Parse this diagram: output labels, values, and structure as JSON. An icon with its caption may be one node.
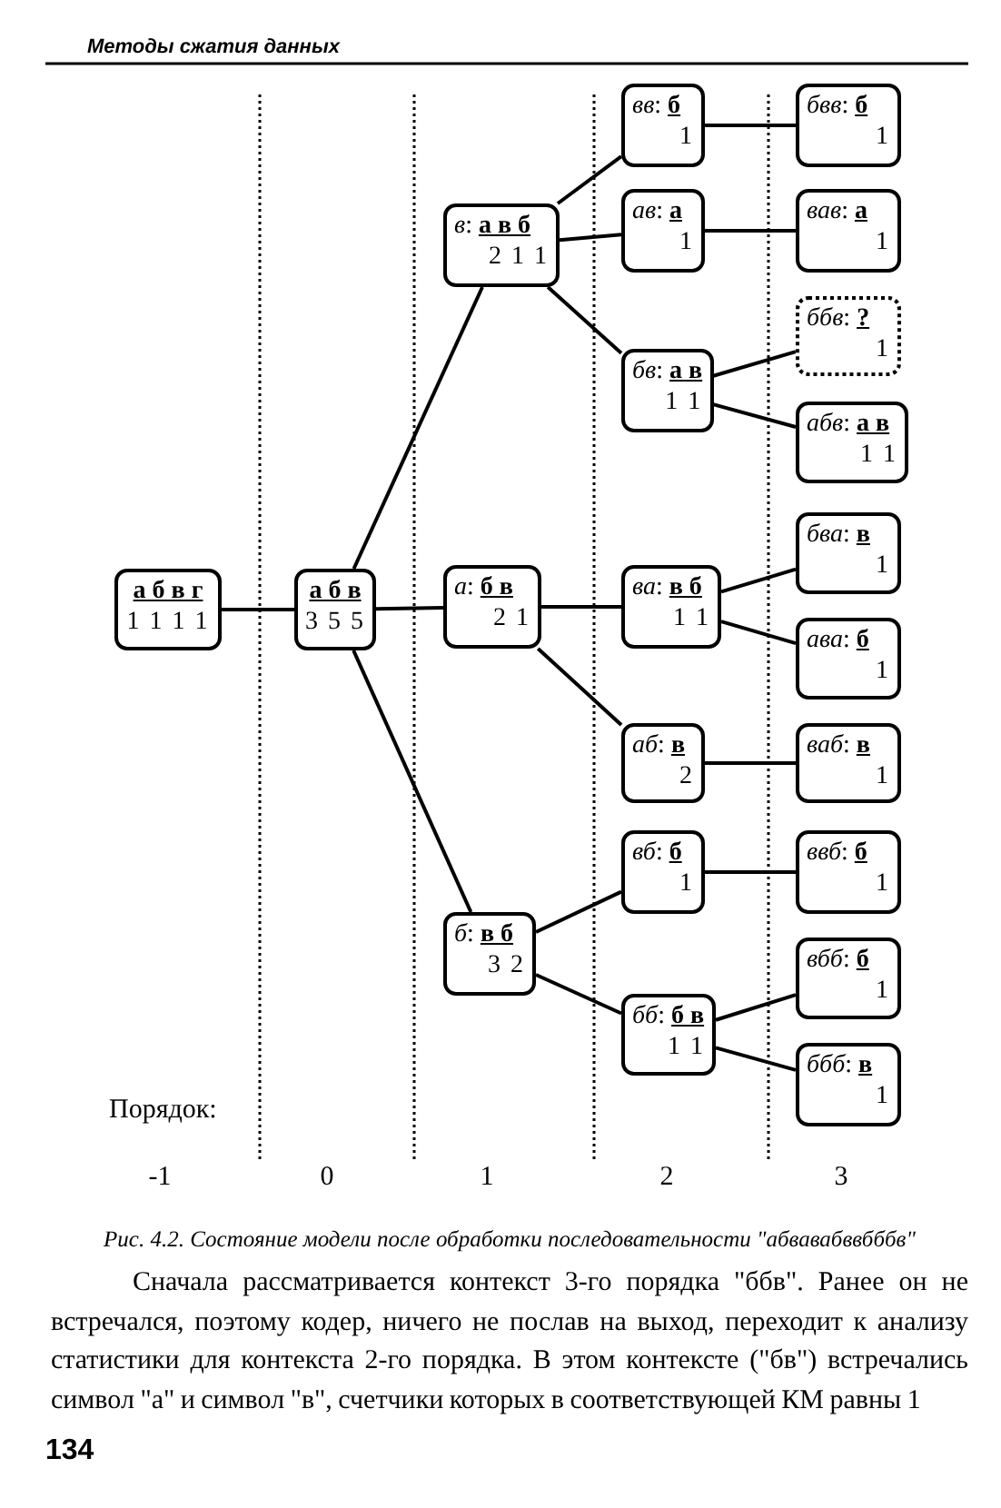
{
  "diagram": {
    "caption": "Рис. 4.2. Состояние модели после обработки последовательности \"абвавабввбббв\"",
    "nodes": [
      {
        "text": [
          "**а б в г**",
          "1 1 1 1"
        ]
      },
      {
        "text": [
          "**а б в**",
          "3 5 5"
        ]
      },
      {
        "text": [
          "*в*: **а в б**",
          "2 1 1"
        ]
      },
      {
        "text": [
          "*а*: **б в**",
          "2 1"
        ]
      },
      {
        "text": [
          "*б*: **в б**",
          "3 2"
        ]
      },
      {
        "text": [
          "*вв*: **б**",
          "1"
        ]
      },
      {
        "text": [
          "*ав*: **а**",
          "1"
        ]
      },
      {
        "text": [
          "*бв*: **а в**",
          "1 1"
        ]
      },
      {
        "text": [
          "*ва*: **в б**",
          "1 1"
        ]
      },
      {
        "text": [
          "*аб*: **в**",
          "2"
        ]
      },
      {
        "text": [
          "*вб*: **б**",
          "1"
        ]
      },
      {
        "text": [
          "*бб*: **б в**",
          "1 1"
        ]
      },
      {
        "text": [
          "*бвв*: **б**",
          "1"
        ]
      },
      {
        "text": [
          "*вав*: **а**",
          "1"
        ]
      },
      {
        "text": [
          "*ббв*: **?**",
          "1"
        ]
      },
      {
        "text": [
          "*абв*: **а в**",
          "1 1"
        ]
      },
      {
        "text": [
          "*бва*: **в**",
          "1"
        ]
      },
      {
        "text": [
          "*ава*: **б**",
          "1"
        ]
      },
      {
        "text": [
          "*ваб*: **в**",
          "1"
        ]
      },
      {
        "text": [
          "*ввб*: **б**",
          "1"
        ]
      },
      {
        "text": [
          "*вбб*: **б**",
          "1"
        ]
      },
      {
        "text": [
          "*ббб*: **в**",
          "1"
        ]
      }
    ],
    "edges": [
      {
        "from": 0,
        "to": 1,
        "arrow": "none"
      },
      {
        "from": 1,
        "to": 2,
        "arrow": "none"
      },
      {
        "from": 1,
        "to": 3,
        "arrow": "none"
      },
      {
        "from": 1,
        "to": 4,
        "arrow": "none"
      },
      {
        "from": 2,
        "to": 5,
        "arrow": "none"
      },
      {
        "from": 2,
        "to": 6,
        "arrow": "none"
      },
      {
        "from": 2,
        "to": 7,
        "arrow": "none"
      },
      {
        "from": 3,
        "to": 8,
        "arrow": "none"
      },
      {
        "from": 3,
        "to": 9,
        "arrow": "none"
      },
      {
        "from": 4,
        "to": 10,
        "arrow": "none"
      },
      {
        "from": 4,
        "to": 11,
        "arrow": "none"
      },
      {
        "from": 5,
        "to": 12,
        "arrow": "none"
      },
      {
        "from": 6,
        "to": 13,
        "arrow": "none"
      },
      {
        "from": 7,
        "to": 14,
        "arrow": "none"
      },
      {
        "from": 7,
        "to": 15,
        "arrow": "none"
      },
      {
        "from": 8,
        "to": 16,
        "arrow": "none"
      },
      {
        "from": 8,
        "to": 17,
        "arrow": "none"
      },
      {
        "from": 9,
        "to": 18,
        "arrow": "none"
      },
      {
        "from": 10,
        "to": 19,
        "arrow": "none"
      },
      {
        "from": 11,
        "to": 20,
        "arrow": "none"
      },
      {
        "from": 11,
        "to": 21,
        "arrow": "none"
      }
    ],
    "labels": [
      "Методы сжатия данных",
      "Порядок:",
      "-1",
      "0",
      "1",
      "2",
      "3",
      "Сначала рассматривается контекст 3-го порядка \"ббв\". Ранее он не встречался, поэтому кодер, ничего не послав на выход, переходит к анализу статистики для контекста 2-го порядка. В этом контексте (\"бв\") встречались символ \"а\" и символ \"в\", счетчики которых в соответствующей КМ равны 1",
      "134"
    ]
  }
}
